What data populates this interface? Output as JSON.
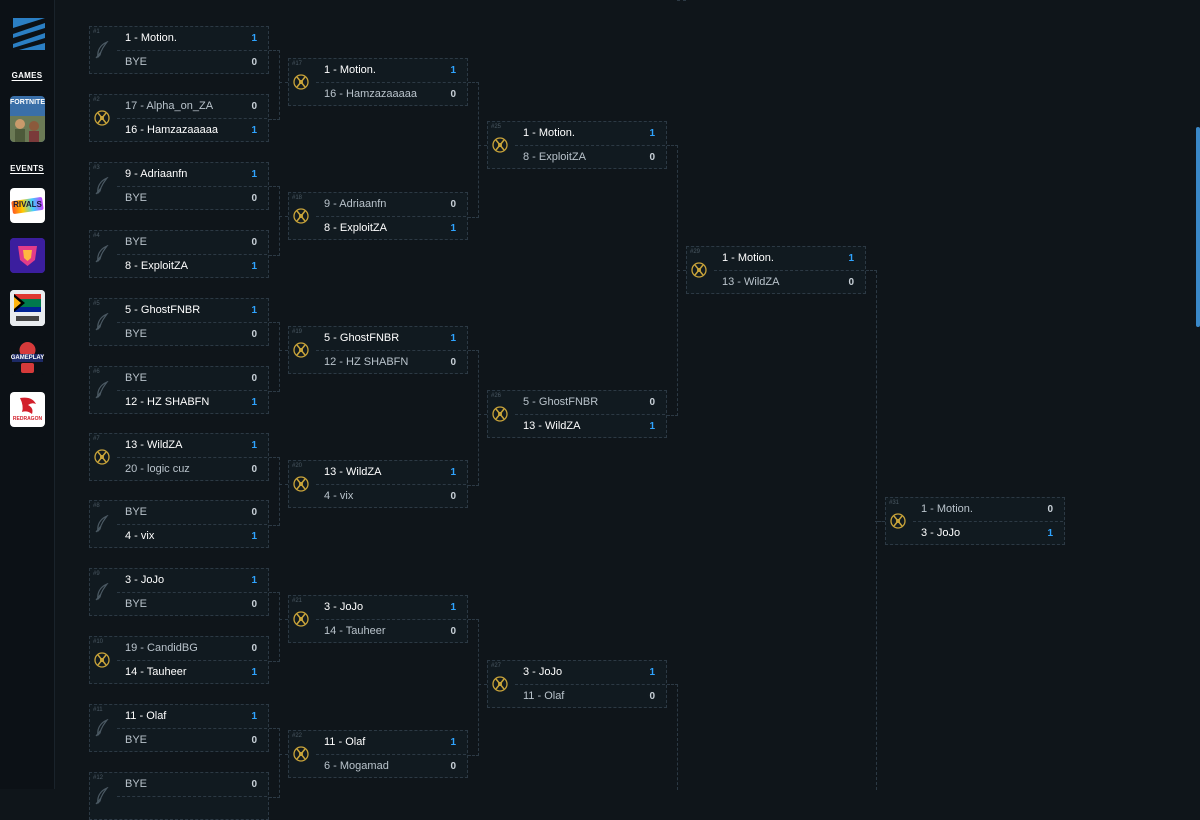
{
  "sidebar": {
    "games_label": "GAMES",
    "events_label": "EVENTS",
    "game_title": "FORTNITE",
    "events": [
      {
        "name": "rivals",
        "label": "RIVALS"
      },
      {
        "name": "league",
        "label": ""
      },
      {
        "name": "flag",
        "label": ""
      },
      {
        "name": "gameplay",
        "label": "GAMEPLAY"
      },
      {
        "name": "redragon",
        "label": "REDRAGON"
      }
    ]
  },
  "colors": {
    "win_score": "#2fa4ff",
    "border": "#2c3944",
    "background": "#0f151a"
  },
  "rounds": [
    {
      "matches": [
        {
          "num": "#1",
          "icon": "feather-icon",
          "p1": "1 - Motion.",
          "s1": "1",
          "p2": "BYE",
          "s2": "0",
          "winner": 1
        },
        {
          "num": "#2",
          "icon": "crest-icon",
          "p1": "17 - Alpha_on_ZA",
          "s1": "0",
          "p2": "16 - Hamzazaaaaa",
          "s2": "1",
          "winner": 2
        },
        {
          "num": "#3",
          "icon": "feather-icon",
          "p1": "9 - Adriaanfn",
          "s1": "1",
          "p2": "BYE",
          "s2": "0",
          "winner": 1
        },
        {
          "num": "#4",
          "icon": "feather-icon",
          "p1": "BYE",
          "s1": "0",
          "p2": "8 - ExploitZA",
          "s2": "1",
          "winner": 2
        },
        {
          "num": "#5",
          "icon": "feather-icon",
          "p1": "5 - GhostFNBR",
          "s1": "1",
          "p2": "BYE",
          "s2": "0",
          "winner": 1
        },
        {
          "num": "#6",
          "icon": "feather-icon",
          "p1": "BYE",
          "s1": "0",
          "p2": "12 - HZ SHABFN",
          "s2": "1",
          "winner": 2
        },
        {
          "num": "#7",
          "icon": "crest-icon",
          "p1": "13 - WildZA",
          "s1": "1",
          "p2": "20 - logic cuz",
          "s2": "0",
          "winner": 1
        },
        {
          "num": "#8",
          "icon": "feather-icon",
          "p1": "BYE",
          "s1": "0",
          "p2": "4 - vix",
          "s2": "1",
          "winner": 2
        },
        {
          "num": "#9",
          "icon": "feather-icon",
          "p1": "3 - JoJo",
          "s1": "1",
          "p2": "BYE",
          "s2": "0",
          "winner": 1
        },
        {
          "num": "#10",
          "icon": "crest-icon",
          "p1": "19 - CandidBG",
          "s1": "0",
          "p2": "14 - Tauheer",
          "s2": "1",
          "winner": 2
        },
        {
          "num": "#11",
          "icon": "feather-icon",
          "p1": "11 - Olaf",
          "s1": "1",
          "p2": "BYE",
          "s2": "0",
          "winner": 1
        },
        {
          "num": "#12",
          "icon": "feather-icon",
          "p1": "BYE",
          "s1": "0",
          "p2": "",
          "s2": "",
          "winner": 0
        }
      ]
    },
    {
      "matches": [
        {
          "num": "#17",
          "icon": "crest-icon",
          "p1": "1 - Motion.",
          "s1": "1",
          "p2": "16 - Hamzazaaaaa",
          "s2": "0",
          "winner": 1
        },
        {
          "num": "#18",
          "icon": "crest-icon",
          "p1": "9 - Adriaanfn",
          "s1": "0",
          "p2": "8 - ExploitZA",
          "s2": "1",
          "winner": 2
        },
        {
          "num": "#19",
          "icon": "crest-icon",
          "p1": "5 - GhostFNBR",
          "s1": "1",
          "p2": "12 - HZ SHABFN",
          "s2": "0",
          "winner": 1
        },
        {
          "num": "#20",
          "icon": "crest-icon",
          "p1": "13 - WildZA",
          "s1": "1",
          "p2": "4 - vix",
          "s2": "0",
          "winner": 1
        },
        {
          "num": "#21",
          "icon": "crest-icon",
          "p1": "3 - JoJo",
          "s1": "1",
          "p2": "14 - Tauheer",
          "s2": "0",
          "winner": 1
        },
        {
          "num": "#22",
          "icon": "crest-icon",
          "p1": "11 - Olaf",
          "s1": "1",
          "p2": "6 - Mogamad",
          "s2": "0",
          "winner": 1
        }
      ]
    },
    {
      "matches": [
        {
          "num": "#25",
          "icon": "crest-icon",
          "p1": "1 - Motion.",
          "s1": "1",
          "p2": "8 - ExploitZA",
          "s2": "0",
          "winner": 1
        },
        {
          "num": "#26",
          "icon": "crest-icon",
          "p1": "5 - GhostFNBR",
          "s1": "0",
          "p2": "13 - WildZA",
          "s2": "1",
          "winner": 2
        },
        {
          "num": "#27",
          "icon": "crest-icon",
          "p1": "3 - JoJo",
          "s1": "1",
          "p2": "11 - Olaf",
          "s2": "0",
          "winner": 1
        }
      ]
    },
    {
      "matches": [
        {
          "num": "#29",
          "icon": "crest-icon",
          "p1": "1 - Motion.",
          "s1": "1",
          "p2": "13 - WildZA",
          "s2": "0",
          "winner": 1
        }
      ]
    },
    {
      "matches": [
        {
          "num": "#31",
          "icon": "crest-icon",
          "p1": "1 - Motion.",
          "s1": "0",
          "p2": "3 - JoJo",
          "s2": "1",
          "winner": 2
        }
      ]
    }
  ]
}
